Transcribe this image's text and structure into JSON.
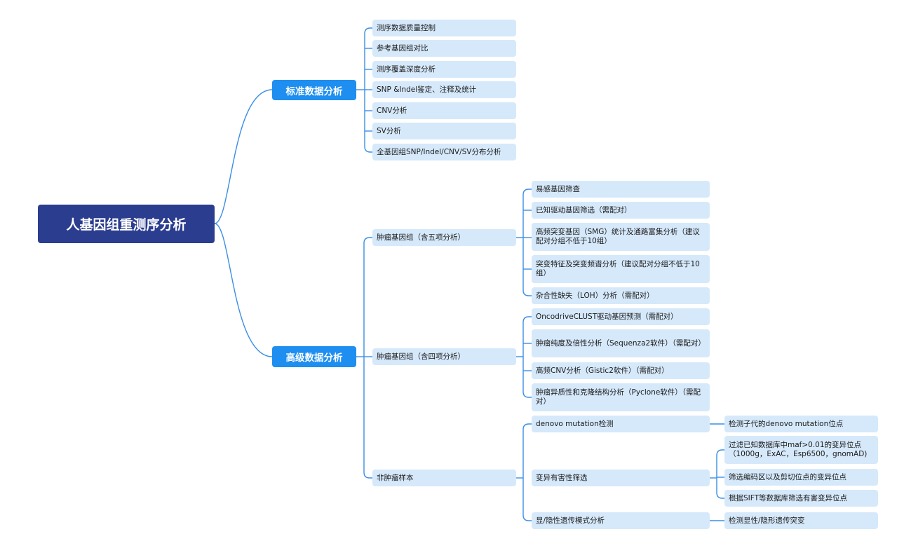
{
  "root": "人基因组重测序分析",
  "standard": {
    "label": "标准数据分析",
    "items": [
      "测序数据质量控制",
      "参考基因组对比",
      "测序覆盖深度分析",
      "SNP &Indel鉴定、注释及统计",
      "CNV分析",
      "SV分析",
      "全基因组SNP/Indel/CNV/SV分布分析"
    ]
  },
  "advanced": {
    "label": "高级数据分析",
    "tumor5": {
      "label": "肿瘤基因组（含五项分析）",
      "items": [
        "易感基因筛查",
        "已知驱动基因筛选（需配对）",
        "高频突变基因（SMG）统计及通路富集分析（建议配对分组不低于10组）",
        "突变特征及突变频谱分析（建议配对分组不低于10组）",
        "杂合性缺失（LOH）分析（需配对）"
      ]
    },
    "tumor4": {
      "label": "肿瘤基因组（含四项分析）",
      "items": [
        "OncodriveCLUST驱动基因预测（需配对）",
        "肿瘤纯度及倍性分析（Sequenza2软件）（需配对）",
        "高频CNV分析（Gistic2软件）（需配对）",
        "肿瘤异质性和克隆结构分析（Pyclone软件）（需配对）"
      ]
    },
    "nontumor": {
      "label": "非肿瘤样本",
      "denovo": {
        "label": "denovo mutation检测",
        "detail": "检测子代的denovo mutation位点"
      },
      "harmful": {
        "label": "变异有害性筛选",
        "items": [
          "过滤已知数据库中maf>0.01的变异位点（1000g，ExAC，Esp6500，gnomAD)",
          "筛选编码区以及剪切位点的变异位点",
          "根据SIFT等数据库筛选有害变异位点"
        ]
      },
      "inherit": {
        "label": "显/隐性遗传模式分析",
        "detail": "检测显性/隐形遗传突变"
      }
    }
  }
}
